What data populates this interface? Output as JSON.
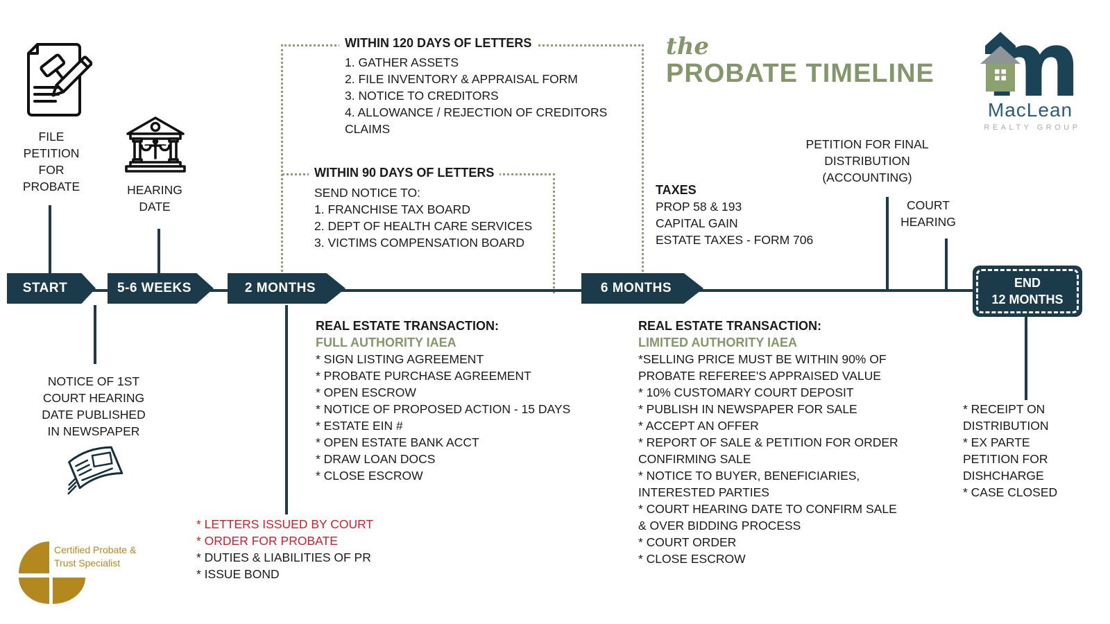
{
  "header": {
    "the": "the",
    "title": "PROBATE TIMELINE"
  },
  "maclean": {
    "name": "MacLean",
    "subtitle": "REALTY GROUP"
  },
  "cpts": {
    "label": "Certified Probate & Trust Specialist"
  },
  "milestones": {
    "file_petition": "FILE PETITION FOR PROBATE",
    "hearing_date": "HEARING DATE",
    "notice": "NOTICE OF 1ST COURT HEARING DATE PUBLISHED IN NEWSPAPER",
    "petition_final": "PETITION FOR FINAL DISTRIBUTION (ACCOUNTING)",
    "court_hearing": "COURT HEARING"
  },
  "timeline": {
    "start": "START",
    "weeks": "5-6 WEEKS",
    "months2": "2 MONTHS",
    "months6": "6 MONTHS",
    "end_line1": "END",
    "end_line2": "12 MONTHS"
  },
  "within120": {
    "title": "WITHIN 120 DAYS OF LETTERS",
    "items": [
      "1. GATHER ASSETS",
      "2. FILE INVENTORY & APPRAISAL FORM",
      "3. NOTICE TO CREDITORS",
      "4. ALLOWANCE / REJECTION OF CREDITORS CLAIMS"
    ]
  },
  "within90": {
    "title": "WITHIN 90 DAYS OF LETTERS",
    "items": [
      "SEND NOTICE TO:",
      "1. FRANCHISE TAX BOARD",
      "2. DEPT OF HEALTH CARE SERVICES",
      "3. VICTIMS COMPENSATION BOARD"
    ]
  },
  "taxes": {
    "title": "TAXES",
    "items": [
      "PROP 58 & 193",
      "CAPITAL GAIN",
      "ESTATE TAXES - FORM 706"
    ]
  },
  "full_authority": {
    "title": "REAL ESTATE TRANSACTION:",
    "subtitle": "FULL AUTHORITY IAEA",
    "items": [
      "* SIGN LISTING AGREEMENT",
      "* PROBATE PURCHASE  AGREEMENT",
      "* OPEN ESCROW",
      "* NOTICE OF PROPOSED ACTION - 15 DAYS",
      "* ESTATE EIN #",
      "* OPEN ESTATE BANK ACCT",
      "* DRAW LOAN DOCS",
      "* CLOSE ESCROW"
    ]
  },
  "limited_authority": {
    "title": "REAL ESTATE TRANSACTION:",
    "subtitle": "LIMITED AUTHORITY IAEA",
    "items": [
      "*SELLING PRICE MUST BE WITHIN 90% OF PROBATE REFEREE'S APPRAISED VALUE",
      "* 10% CUSTOMARY COURT DEPOSIT",
      "* PUBLISH IN NEWSPAPER FOR SALE",
      "* ACCEPT AN OFFER",
      "* REPORT OF SALE & PETITION FOR ORDER CONFIRMING SALE",
      "* NOTICE TO BUYER, BENEFICIARIES, INTERESTED PARTIES",
      "* COURT HEARING DATE TO CONFIRM SALE & OVER BIDDING PROCESS",
      "* COURT ORDER",
      "* CLOSE ESCROW"
    ]
  },
  "letters": {
    "red_items": [
      "* LETTERS ISSUED BY COURT",
      "* ORDER FOR PROBATE"
    ],
    "black_items": [
      "* DUTIES & LIABILITIES OF PR",
      "* ISSUE BOND"
    ]
  },
  "closing": {
    "items": [
      "* RECEIPT ON DISTRIBUTION",
      "* EX PARTE PETITION FOR DISHCHARGE",
      "* CASE CLOSED"
    ]
  },
  "colors": {
    "teal": "#1c3b4a",
    "olive": "#8d9c72",
    "green": "#84976a",
    "red": "#cb1f2e",
    "gold": "#b3891f"
  }
}
